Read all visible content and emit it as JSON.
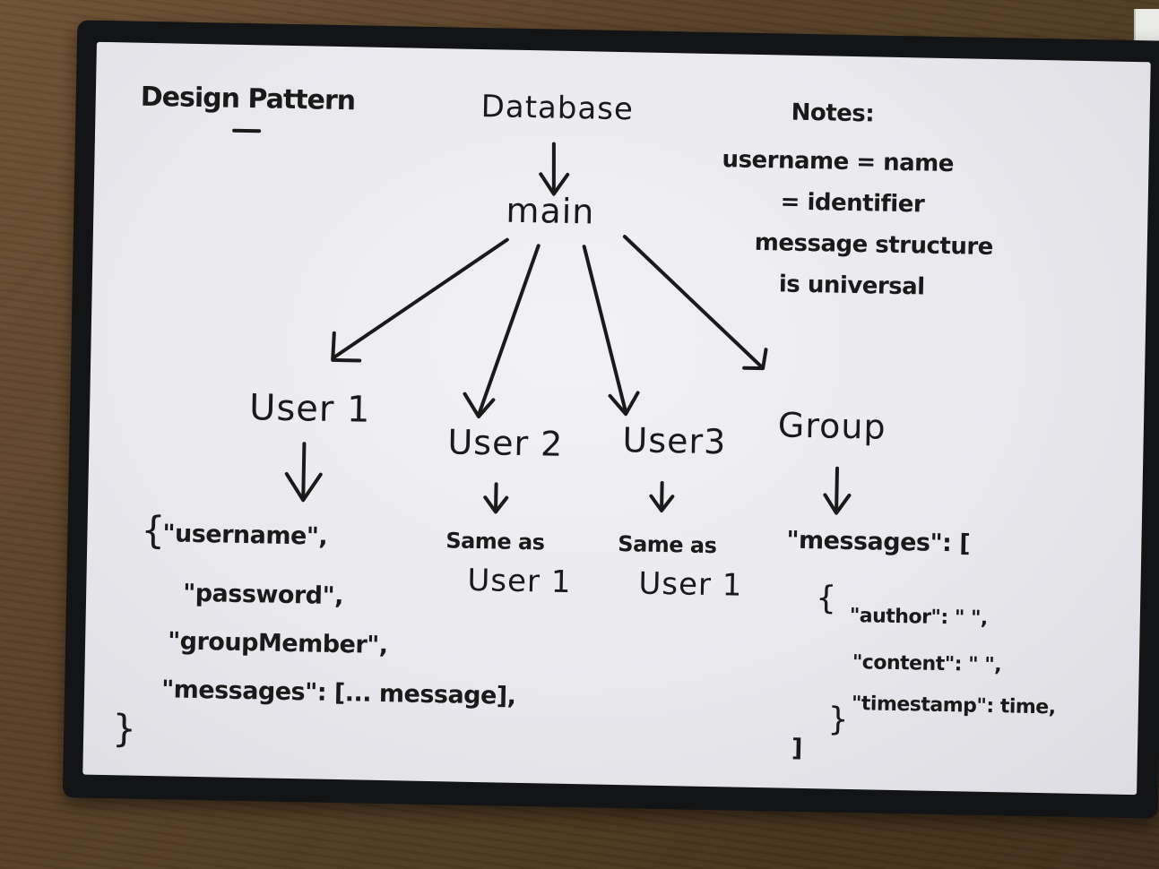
{
  "title": "Design Pattern",
  "nodes": {
    "database": "Database",
    "main": "main",
    "user1": "User 1",
    "user2": "User 2",
    "user3": "User3",
    "group": "Group"
  },
  "notes": {
    "heading": "Notes:",
    "line1": "username = name",
    "line2": "= identifier",
    "line3": "message structure",
    "line4": "is universal"
  },
  "user1_schema": {
    "open_brace": "{",
    "field1": "\"username\",",
    "field2": "\"password\",",
    "field3": "\"groupMember\",",
    "field4": "\"messages\": [... message],",
    "close_brace": "}"
  },
  "user2_desc": {
    "line1": "Same as",
    "line2": "User 1"
  },
  "user3_desc": {
    "line1": "Same as",
    "line2": "User 1"
  },
  "group_schema": {
    "messages_key": "\"messages\": [",
    "open_brace": "{",
    "field1": "\"author\": \" \",",
    "field2": "\"content\": \" \",",
    "field3": "\"timestamp\": time,",
    "close_brace": "}",
    "close_bracket": "]"
  },
  "colors": {
    "ink": "#1a1a1a",
    "board": "#ececf0",
    "frame": "#121416",
    "table": "#5a4128"
  }
}
